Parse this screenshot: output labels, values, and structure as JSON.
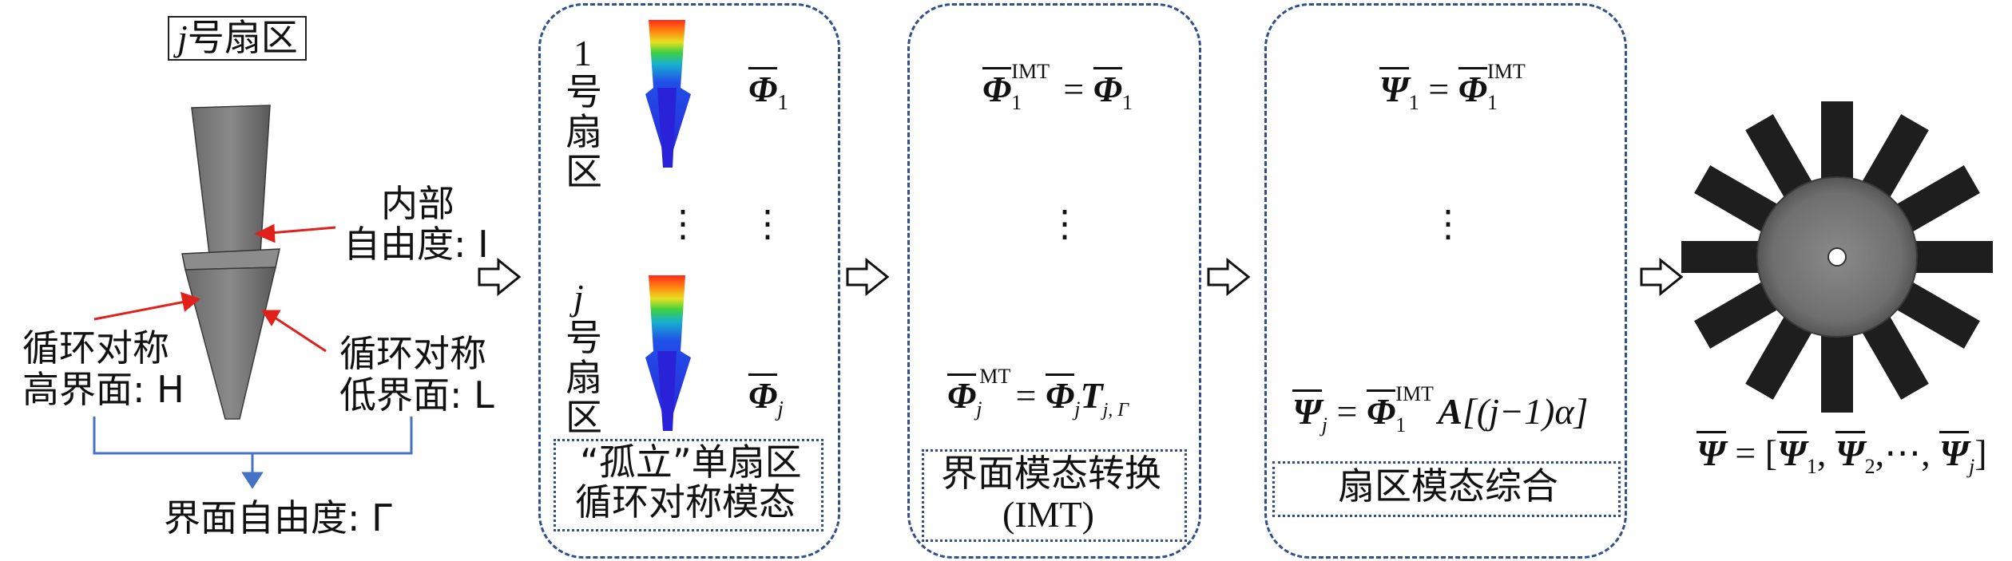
{
  "sector_title": {
    "j": "j",
    "rest": "号扇区"
  },
  "labels": {
    "internal_line1": "内部",
    "internal_line2": "自由度: I",
    "high_line1": "循环对称",
    "high_line2": "高界面: H",
    "low_line1": "循环对称",
    "low_line2": "低界面: L",
    "interface_dof": "界面自由度: Γ"
  },
  "panel1": {
    "sector1": [
      "1",
      "号",
      "扇",
      "区"
    ],
    "sectorj": [
      "j",
      "号",
      "扇",
      "区"
    ],
    "phi1": {
      "sym": "Φ",
      "sub": "1"
    },
    "phij": {
      "sym": "Φ",
      "sub": "j"
    },
    "dots": "⋮",
    "box_line1": "“孤立”单扇区",
    "box_line2": "循环对称模态"
  },
  "panel2": {
    "eq1": {
      "lhs": "Φ",
      "lhs_sub": "1",
      "lhs_sup": "IMT",
      "eq": "=",
      "rhs": "Φ",
      "rhs_sub": "1"
    },
    "dots": "⋮",
    "eqj": {
      "lhs": "Φ",
      "lhs_sub": "j",
      "lhs_sup": "MT",
      "eq": "=",
      "rhs": "Φ",
      "rhs_sub": "j",
      "T": "T",
      "T_sub": "j, Γ"
    },
    "box_line1": "界面模态转换",
    "box_line2": "(IMT)"
  },
  "panel3": {
    "eq1": {
      "lhs": "Ψ",
      "lhs_sub": "1",
      "eq": "=",
      "rhs": "Φ",
      "rhs_sub": "1",
      "rhs_sup": "IMT"
    },
    "dots": "⋮",
    "eqj": {
      "lhs": "Ψ",
      "lhs_sub": "j",
      "eq": "=",
      "rhs": "Φ",
      "rhs_sub": "1",
      "rhs_sup": "IMT",
      "A": "A",
      "arg": "[(j−1)α]"
    },
    "box_line1": "扇区模态综合"
  },
  "result": {
    "lhs": "Ψ",
    "eq": "=",
    "open": "[",
    "t1": "Ψ",
    "t1_sub": "1",
    "t2": "Ψ",
    "t2_sub": "2",
    "ellipsis": ",⋯,",
    "tj": "Ψ",
    "tj_sub": "j",
    "close": "]"
  },
  "colors": {
    "panel_border": "#2f4f8f",
    "arrow_red": "#e0201b",
    "bracket_blue": "#4472c4",
    "mode_blue": "#2a22d8"
  }
}
